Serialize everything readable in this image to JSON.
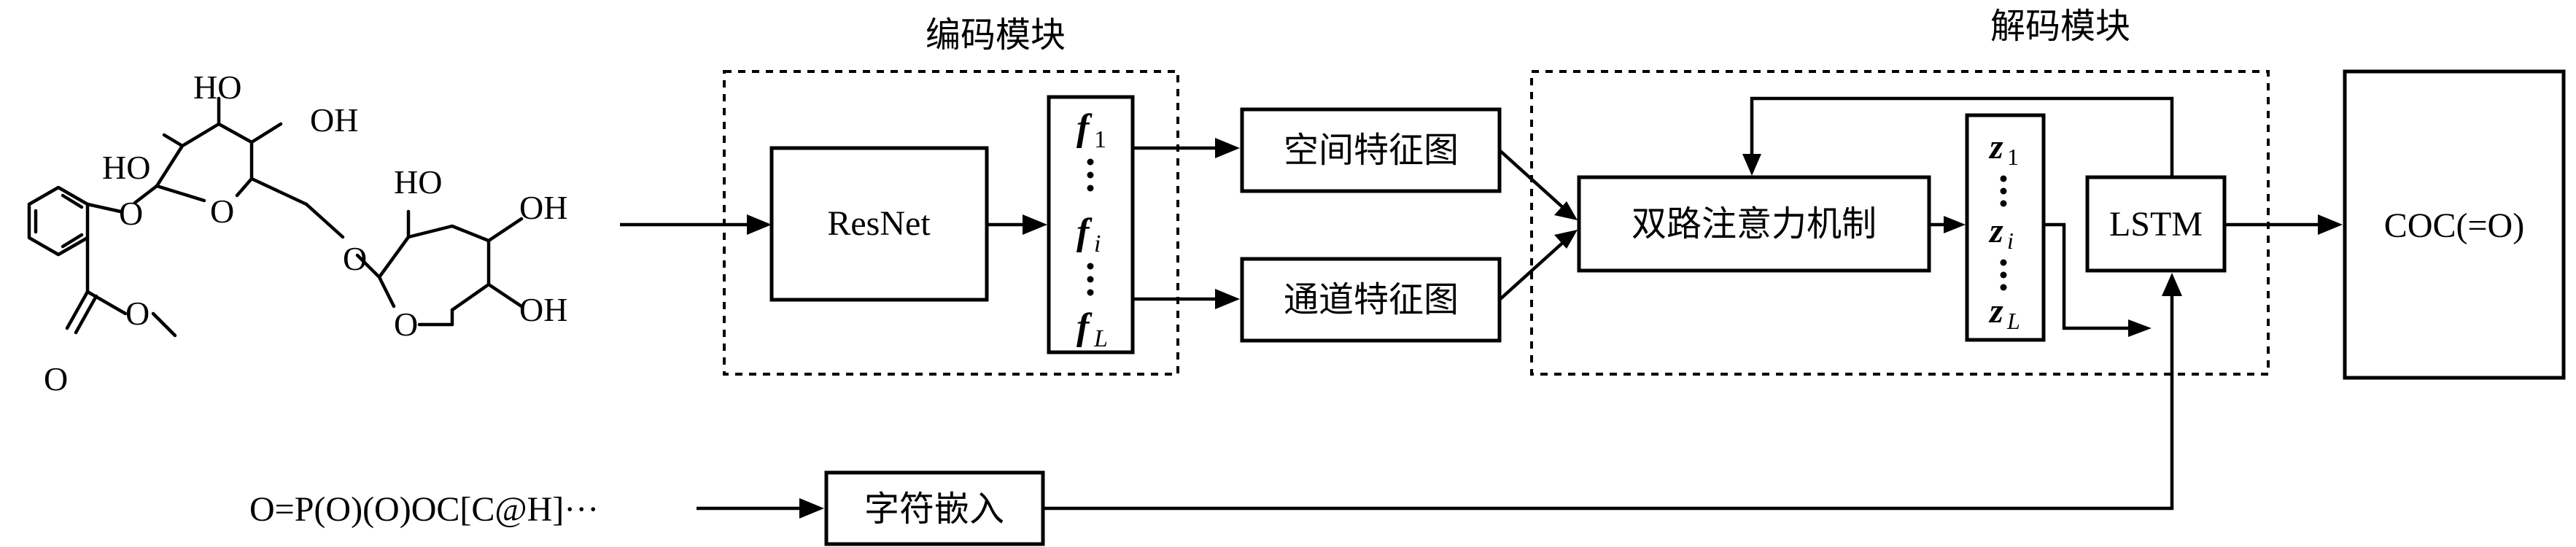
{
  "encoder": {
    "title": "编码模块",
    "resnet": "ResNet"
  },
  "decoder": {
    "title": "解码模块",
    "attention": "双路注意力机制",
    "lstm": "LSTM"
  },
  "features": {
    "spatial": "空间特征图",
    "channel": "通道特征图",
    "f": {
      "symbol": "f",
      "sub_first": "1",
      "sub_mid": "i",
      "sub_last": "L"
    },
    "z": {
      "symbol": "z",
      "sub_first": "1",
      "sub_mid": "i",
      "sub_last": "L"
    }
  },
  "output": {
    "smiles": "COC(=O)"
  },
  "input": {
    "smiles": "O=P(O)(O)OC[C@H]···",
    "embedding": "字符嵌入"
  },
  "molecule": {
    "atoms": [
      "HO",
      "OH",
      "HO",
      "O",
      "O",
      "HO",
      "OH",
      "O",
      "OH",
      "O",
      "O",
      "O"
    ]
  }
}
